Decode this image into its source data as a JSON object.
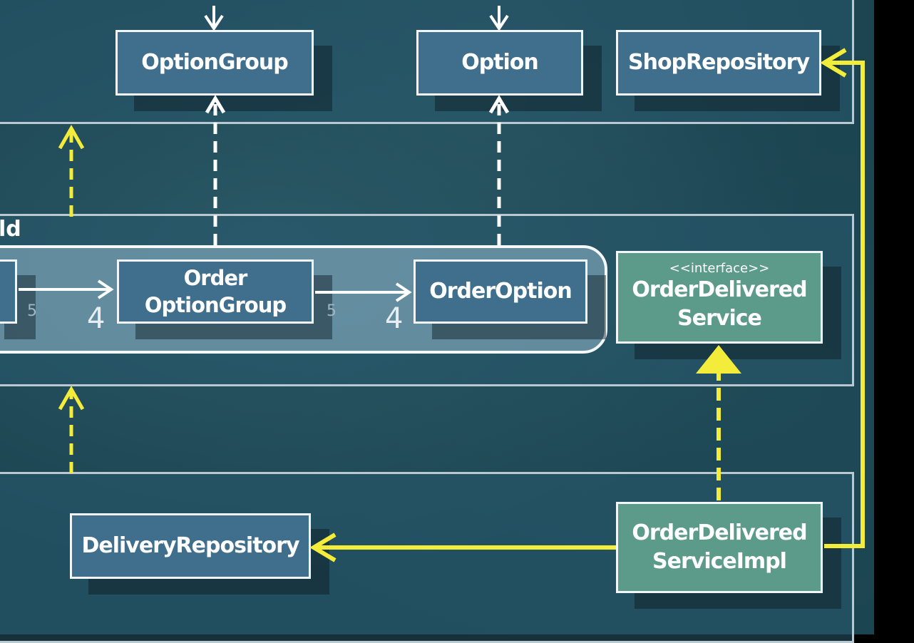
{
  "diagram": {
    "band_top_left_label": "ld",
    "boxes": {
      "option_group": "OptionGroup",
      "option": "Option",
      "shop_repository": "ShopRepository",
      "order_option_group": [
        "Order",
        "OptionGroup"
      ],
      "order_option": "OrderOption",
      "order_delivered_service_stereotype": "<<interface>>",
      "order_delivered_service": [
        "OrderDelivered",
        "Service"
      ],
      "delivery_repository": "DeliveryRepository",
      "order_delivered_service_impl": [
        "OrderDelivered",
        "ServiceImpl"
      ]
    },
    "multiplicities": {
      "left_small": "5",
      "left_large": "4",
      "right_small": "5",
      "right_large": "4"
    },
    "colors": {
      "arrow_yellow": "#f3ec3a",
      "arrow_white": "#ffffff",
      "box_blue": "#3f6f8d",
      "box_green": "#5c9a8a"
    }
  }
}
